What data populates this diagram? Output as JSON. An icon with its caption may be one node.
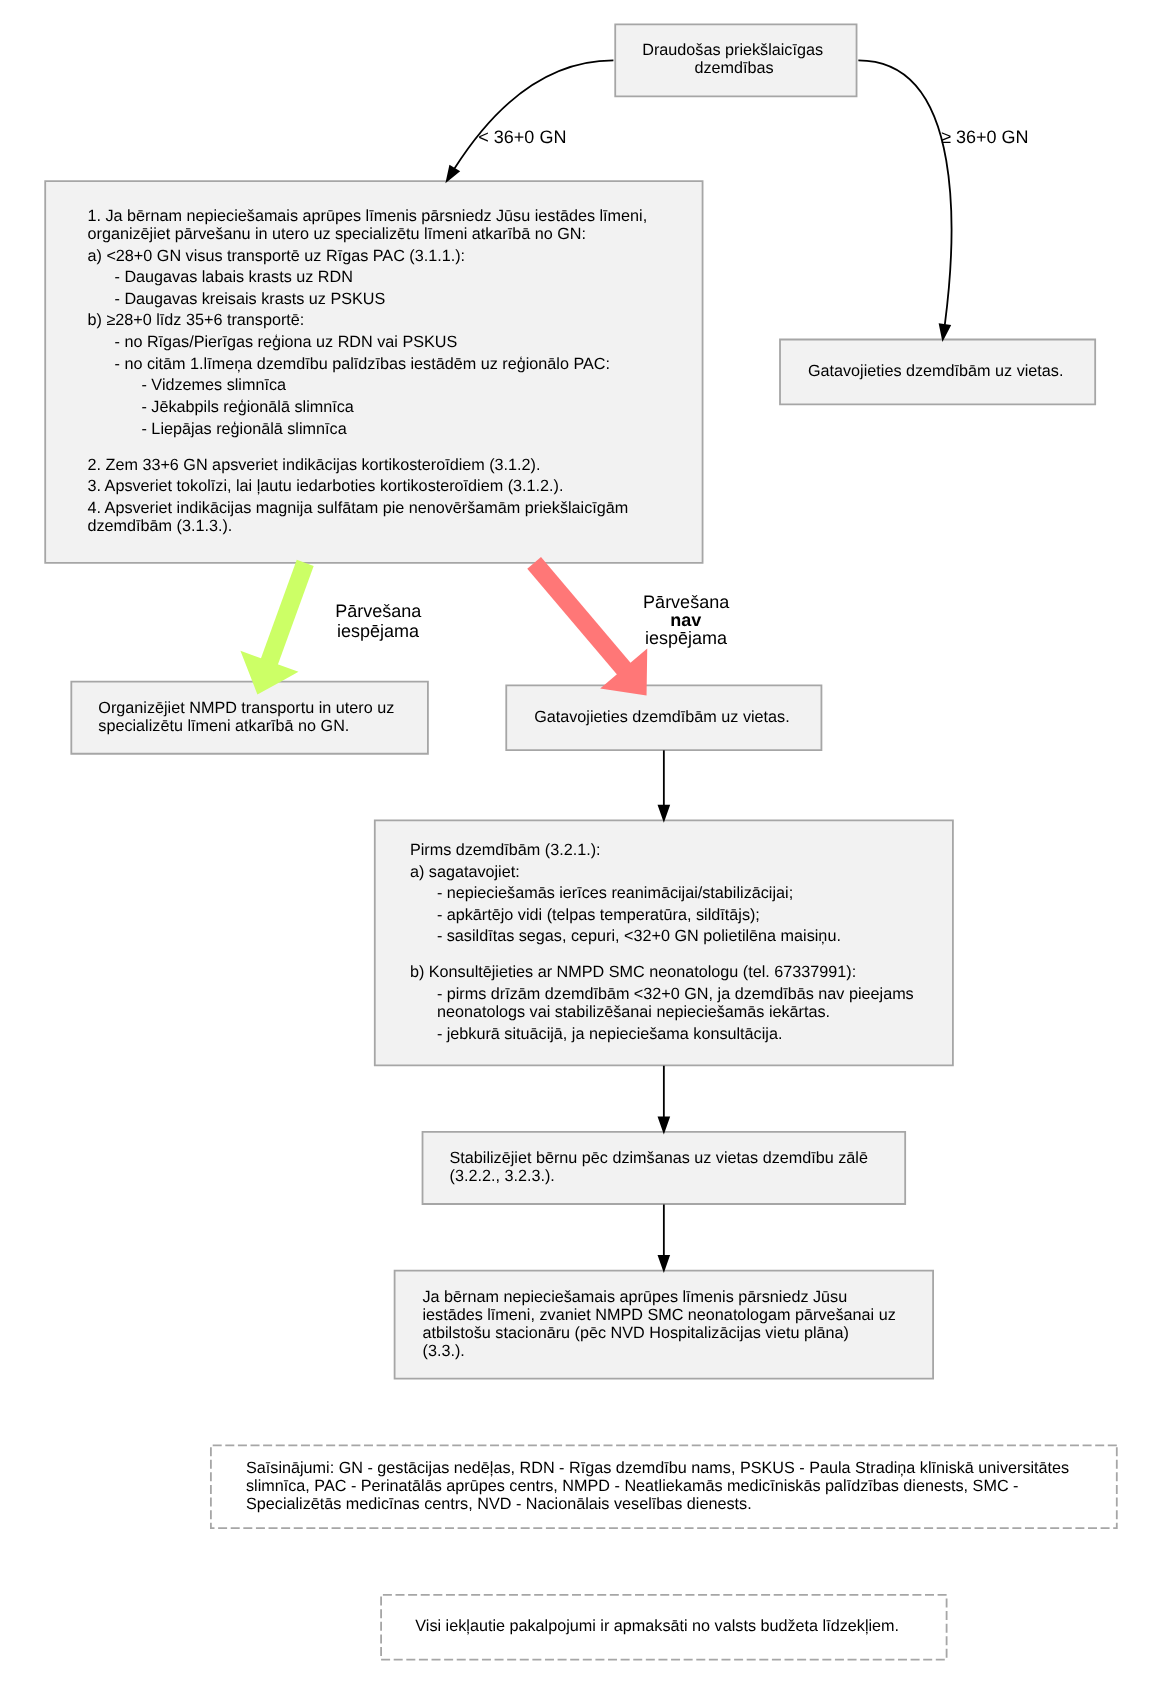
{
  "diagram": {
    "nodes": [
      {
        "text": [
          "Draudošas priekšlaicīgas dzemdības"
        ]
      },
      {
        "text": [
          "1. Ja bērnam nepieciešamais aprūpes līmenis pārsniedz Jūsu iestādes līmeni, organizējiet pārvešanu in utero uz specializētu līmeni atkarībā no GN:",
          "a) <28+0 GN visus transportē uz Rīgas PAC (3.1.1.):",
          "- Daugavas labais krasts uz RDN",
          "- Daugavas kreisais krasts uz PSKUS",
          "b) ≥28+0 līdz 35+6 transportē:",
          "- no Rīgas/Pierīgas reģiona uz RDN vai PSKUS",
          "- no citām 1.līmeņa dzemdību palīdzības iestādēm uz reģionālo PAC:",
          "- Vidzemes slimnīca",
          "- Jēkabpils reģionālā slimnīca",
          "- Liepājas reģionālā slimnīca",
          "2. Zem 33+6 GN apsveriet indikācijas kortikosteroīdiem (3.1.2).",
          "3. Apsveriet tokolīzi, lai ļautu iedarboties kortikosteroīdiem (3.1.2.).",
          "4. Apsveriet indikācijas magnija sulfātam pie nenovēršamām priekšlaicīgām dzemdībām (3.1.3.)."
        ]
      },
      {
        "text": [
          "Gatavojieties dzemdībām uz vietas."
        ]
      },
      {
        "text": [
          "Organizējiet NMPD transportu in utero uz specializētu līmeni atkarībā no GN."
        ]
      },
      {
        "text": [
          "Gatavojieties dzemdībām uz vietas."
        ]
      },
      {
        "text": [
          "Pirms dzemdībām (3.2.1.):",
          "a) sagatavojiet:",
          "- nepieciešamās ierīces reanimācijai/stabilizācijai;",
          "- apkārtējo vidi (telpas temperatūra, sildītājs);",
          "- sasildītas segas, cepuri, <32+0 GN polietilēna maisiņu.",
          "b) Konsultējieties ar NMPD SMC neonatologu (tel. 67337991):",
          "- pirms drīzām dzemdībām <32+0 GN, ja dzemdībās nav pieejams neonatologs vai stabilizēšanai nepieciešamās iekārtas.",
          "- jebkurā situācijā, ja nepieciešama konsultācija."
        ]
      },
      {
        "text": [
          "Stabilizējiet bērnu pēc dzimšanas uz vietas dzemdību zālē (3.2.2., 3.2.3.)."
        ]
      },
      {
        "text": [
          "Ja bērnam nepieciešamais aprūpes līmenis pārsniedz Jūsu iestādes līmeni, zvaniet NMPD SMC neonatologam pārvešanai uz atbilstošu stacionāru (pēc NVD Hospitalizācijas vietu plāna) (3.3.)."
        ]
      },
      {
        "text": [
          "Saīsinājumi: GN - gestācijas nedēļas, RDN - Rīgas dzemdību nams, PSKUS - Paula Stradiņa klīniskā universitātes slimnīca, PAC - Perinatālās aprūpes centrs, NMPD - Neatliekamās medicīniskās palīdzības dienests, SMC - Specializētās medicīnas centrs, NVD - Nacionālais veselības dienests."
        ]
      },
      {
        "text": [
          "Visi iekļautie pakalpojumi ir apmaksāti no valsts budžeta līdzekļiem."
        ]
      }
    ],
    "edges": [
      {
        "from": 0,
        "to": 1,
        "arrow": "to",
        "label": "< 36+0 GN"
      },
      {
        "from": 0,
        "to": 2,
        "arrow": "to",
        "label": "≥ 36+0 GN"
      },
      {
        "from": 1,
        "to": 3,
        "arrow": "to",
        "label": "Pārvešana iespējama",
        "style": "thick",
        "color": "#ccff66"
      },
      {
        "from": 1,
        "to": 4,
        "arrow": "to",
        "label": "Pārvešana **nav** iespējama",
        "style": "thick",
        "color": "#ff7777"
      },
      {
        "from": 4,
        "to": 5,
        "arrow": "to"
      },
      {
        "from": 5,
        "to": 6,
        "arrow": "to"
      },
      {
        "from": 6,
        "to": 7,
        "arrow": "to"
      }
    ]
  }
}
